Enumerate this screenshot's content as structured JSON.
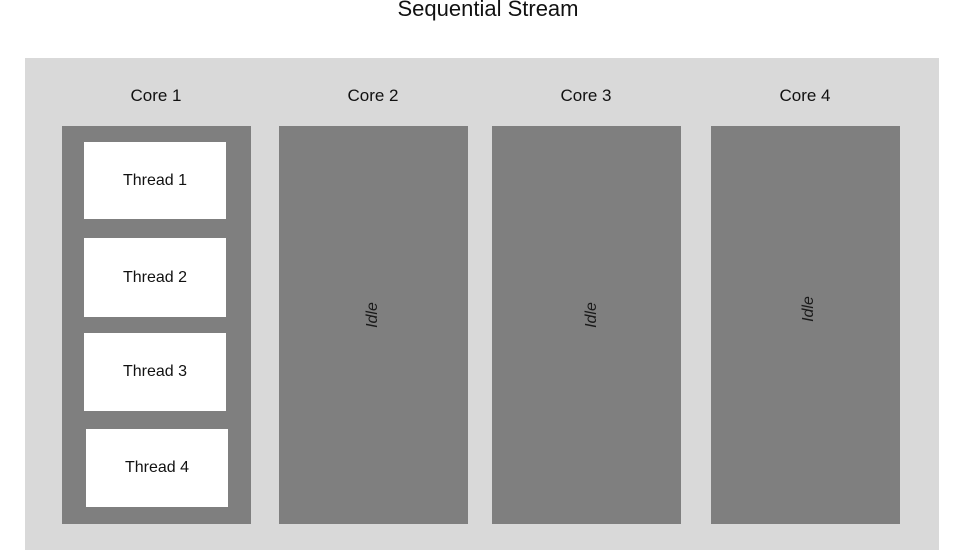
{
  "title": "Sequential Stream",
  "cores": [
    {
      "label": "Core 1",
      "threads": [
        "Thread 1",
        "Thread 2",
        "Thread 3",
        "Thread 4"
      ]
    },
    {
      "label": "Core 2",
      "state": "Idle"
    },
    {
      "label": "Core 3",
      "state": "Idle"
    },
    {
      "label": "Core 4",
      "state": "Idle"
    }
  ],
  "colors": {
    "panel": "#d9d9d9",
    "core": "#7f7f7f",
    "thread": "#ffffff"
  }
}
